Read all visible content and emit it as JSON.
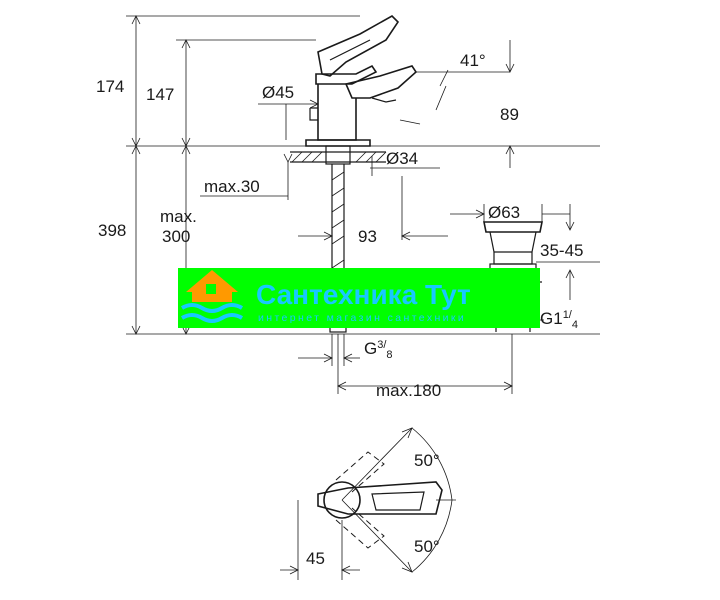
{
  "dimensions": {
    "total_height_top": "174",
    "height_147": "147",
    "diameter_body": "Ø45",
    "spout_angle": "41°",
    "spout_height": "89",
    "hole_diameter": "Ø34",
    "max_thickness": "max.30",
    "total_398": "398",
    "max_label": "max.",
    "max_300": "300",
    "reach_93": "93",
    "waste_diameter": "Ø63",
    "waste_range": "35-45",
    "waste_thread": "G1",
    "waste_thread_fraction": "1/4",
    "hose_thread": "G",
    "hose_thread_fraction": "3/8",
    "max_180": "max.180",
    "lever_angle_up": "50°",
    "lever_angle_down": "50°",
    "lever_offset": "45"
  },
  "watermark": {
    "title": "Сантехника Тут",
    "subtitle": "интернет магазин сантехники",
    "band_color": "#00ff00",
    "title_color": "#18c8ff",
    "logo_color": "#ff9900"
  }
}
